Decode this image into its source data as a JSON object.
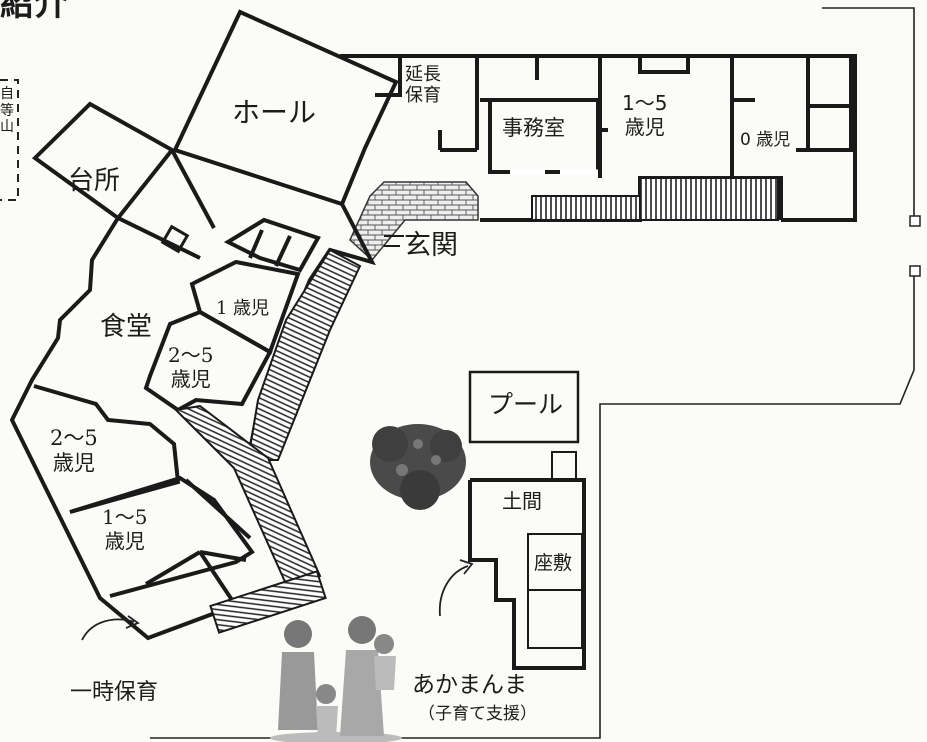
{
  "title_fragment": "紹介",
  "dashed_note_fragment": "自\n等\n山",
  "rooms": {
    "hall": "ホール",
    "kitchen": "台所",
    "extended_care": "延長\n保育",
    "office": "事務室",
    "room_1_5_east": "1～5\n歳児",
    "room_0": "0 歳児",
    "entrance": "玄関",
    "room_1": "1 歳児",
    "dining": "食堂",
    "room_2_5_center": "2～5\n歳児",
    "room_2_5_west": "2～5\n歳児",
    "room_1_5_west": "1～5\n歳児",
    "temporary_care": "一時保育",
    "pool": "プール",
    "doma": "土間",
    "zashiki": "座敷",
    "akamanma": "あかまんま",
    "child_support": "（子育て支援）"
  },
  "colors": {
    "wall": "#1a1a1a",
    "hatch": "#2a2a2a",
    "tree": "#3a3a3a",
    "background": "#fbfbf8"
  }
}
